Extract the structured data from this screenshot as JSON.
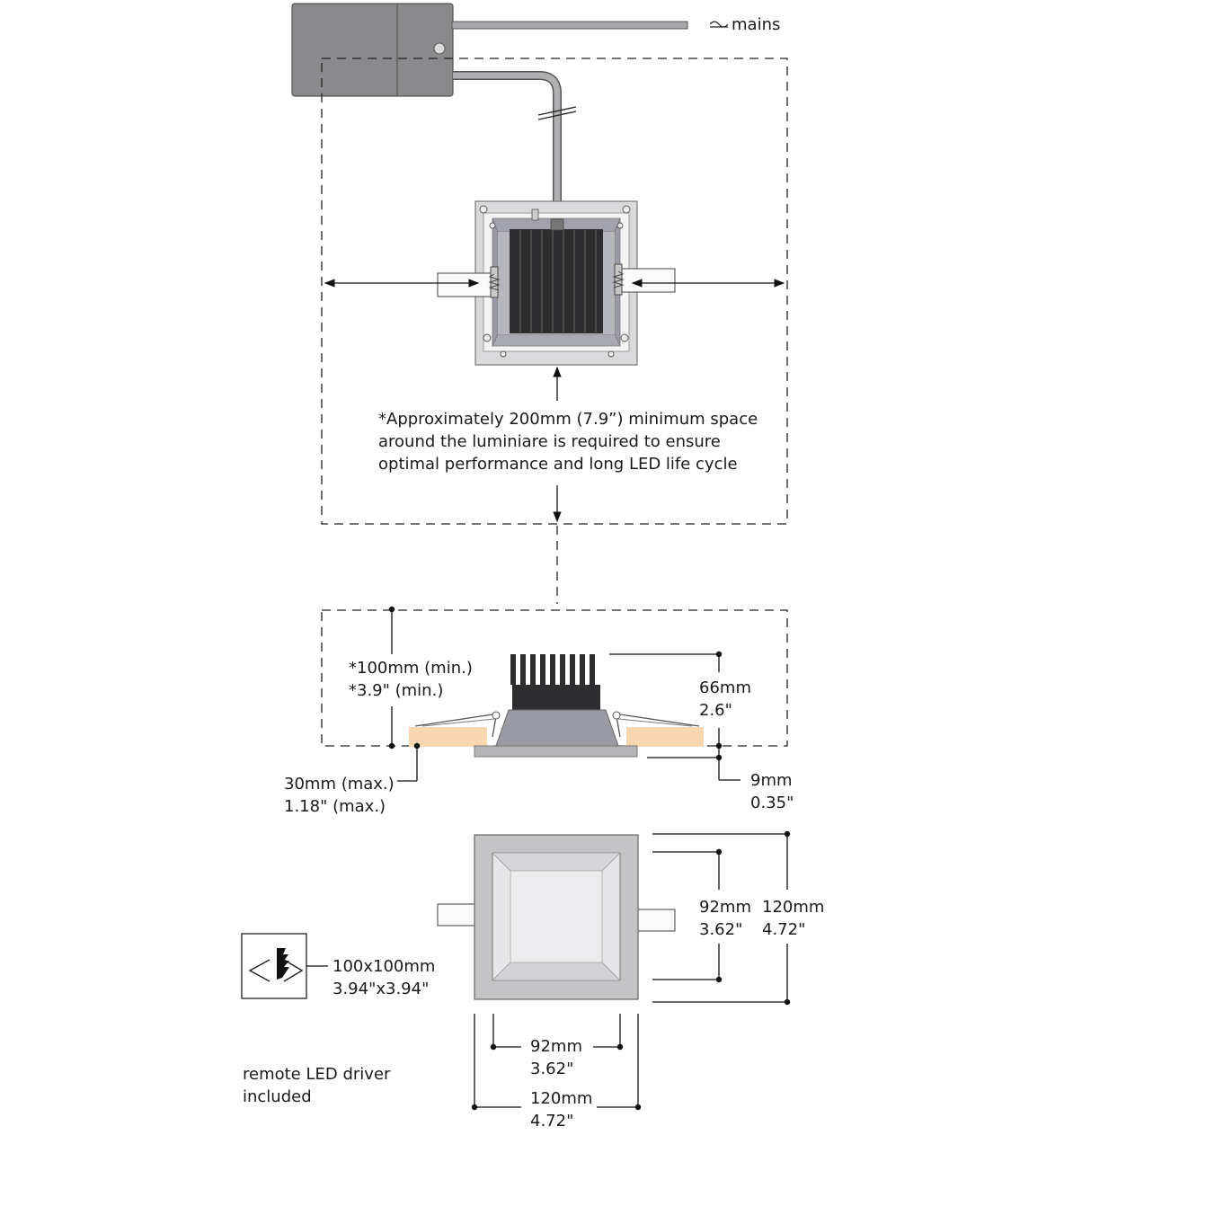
{
  "top_view": {
    "mains_label": "mains",
    "note_lines": [
      "*Approximately 200mm (7.9”) minimum space",
      "around the luminiare is required to ensure",
      "optimal performance and long LED life cycle"
    ]
  },
  "side_view": {
    "clearance_mm": "*100mm (min.)",
    "clearance_in": "*3.9\" (min.)",
    "height_mm": "66mm",
    "height_in": "2.6\"",
    "ceiling_mm": "30mm (max.)",
    "ceiling_in": "1.18\" (max.)",
    "trim_mm": "9mm",
    "trim_in": "0.35\""
  },
  "front_view": {
    "inner_v_mm": "92mm",
    "inner_v_in": "3.62\"",
    "outer_v_mm": "120mm",
    "outer_v_in": "4.72\"",
    "inner_h_mm": "92mm",
    "inner_h_in": "3.62\"",
    "outer_h_mm": "120mm",
    "outer_h_in": "4.72\""
  },
  "cutout": {
    "size_mm": "100x100mm",
    "size_in": "3.94\"x3.94\"",
    "icon": "cutout-icon"
  },
  "driver_note": [
    "remote LED driver",
    "included"
  ],
  "colors": {
    "driver_box": "#8a8a8c",
    "heatsink": "#2e2e30",
    "housing": "#9a9aa4",
    "trim": "#c4c4c6",
    "ceiling": "#f7d6b0",
    "line": "#111111"
  }
}
